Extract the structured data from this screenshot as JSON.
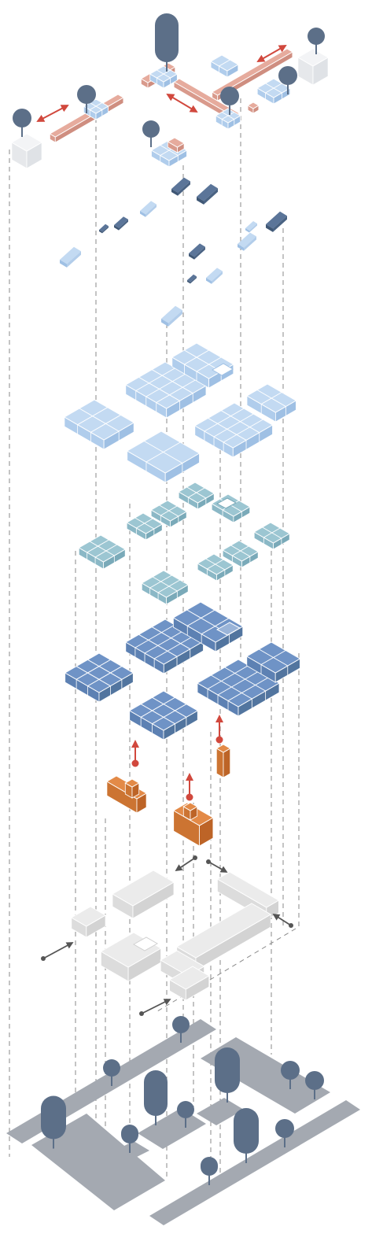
{
  "diagram": {
    "type": "exploded-isometric-axonometric",
    "text_labels": [],
    "layers": [
      {
        "name": "upper-walkway-terrace",
        "order": 1
      },
      {
        "name": "canopy-skylight-fragments",
        "order": 2
      },
      {
        "name": "light-blue-roof-slabs",
        "order": 3
      },
      {
        "name": "teal-module-clusters",
        "order": 4
      },
      {
        "name": "dark-blue-floor-slabs",
        "order": 5
      },
      {
        "name": "orange-core-blocks",
        "order": 6
      },
      {
        "name": "white-ground-circulation",
        "order": 7
      },
      {
        "name": "site-plan-with-trees",
        "order": 8
      }
    ],
    "colors": {
      "walkway_salmon": "#e6ab9d",
      "walkway_salmon_side": "#cf8e80",
      "light_blue_top": "#c3daf2",
      "light_blue_side": "#9fc0e4",
      "teal_top": "#9cc6d2",
      "teal_side": "#7aaab9",
      "dark_blue_top": "#6f93c6",
      "dark_blue_side": "#52759f",
      "orange_top": "#e38a47",
      "orange_side": "#bd6427",
      "white_block_top": "#ebebeb",
      "white_block_side": "#d3d3d3",
      "site_gray": "#a4a9b1",
      "tree_color": "#5c6f88",
      "arrow_red": "#d1483d",
      "arrow_dark": "#555555",
      "guide_line": "#8a8a8a"
    },
    "icons": [
      "tree-icon",
      "red-arrow-icon",
      "dark-arrow-icon"
    ]
  }
}
